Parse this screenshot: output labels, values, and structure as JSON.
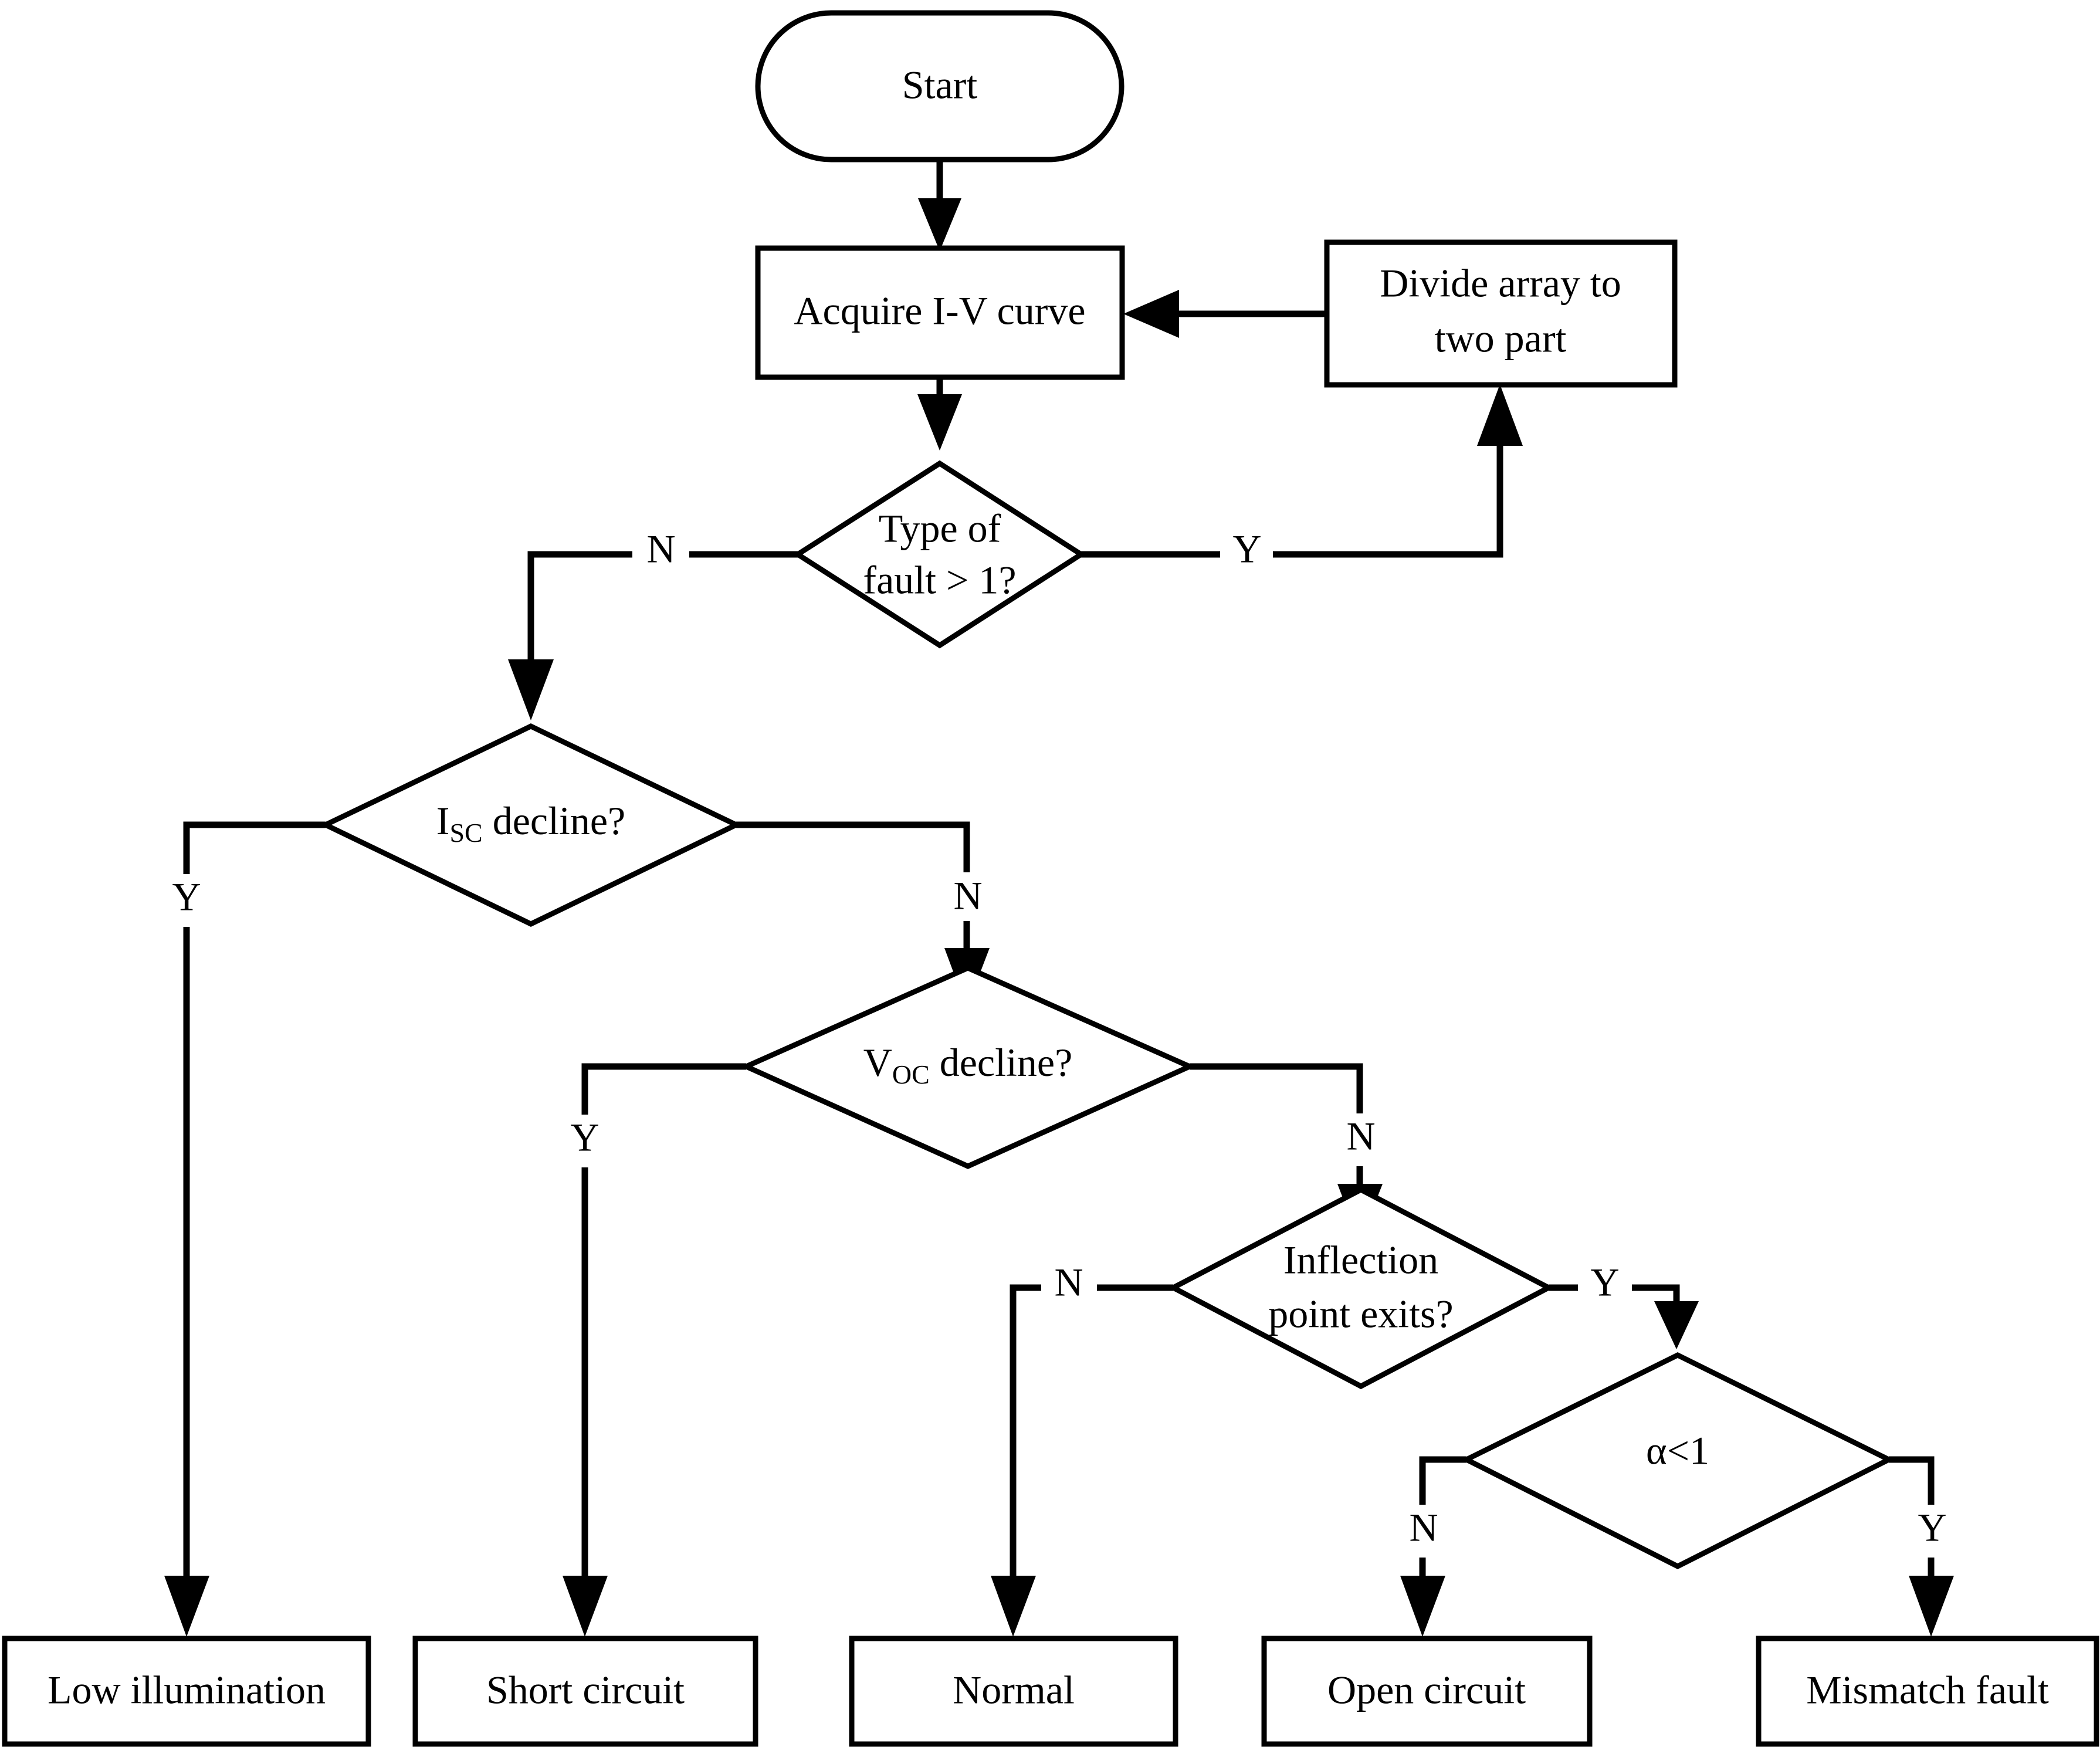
{
  "diagram": {
    "title": "PV array fault diagnosis flowchart",
    "type": "flowchart",
    "nodes": {
      "start": {
        "label": "Start",
        "shape": "stadium"
      },
      "acquire": {
        "label": "Acquire I-V curve",
        "shape": "rectangle"
      },
      "divide": {
        "label_line1": "Divide array to",
        "label_line2": "two part",
        "shape": "rectangle"
      },
      "type_of_fault": {
        "label_line1": "Type of",
        "label_line2": "fault > 1?",
        "shape": "diamond"
      },
      "isc_decline": {
        "label_main": "I",
        "label_sub": "SC",
        "label_tail": " decline?",
        "shape": "diamond"
      },
      "voc_decline": {
        "label_main": "V",
        "label_sub": "OC",
        "label_tail": " decline?",
        "shape": "diamond"
      },
      "inflection": {
        "label_line1": "Inflection",
        "label_line2": "point exits?",
        "shape": "diamond"
      },
      "alpha": {
        "label": "α<1",
        "shape": "diamond"
      },
      "low_illumination": {
        "label": "Low illumination",
        "shape": "rectangle"
      },
      "short_circuit": {
        "label": "Short circuit",
        "shape": "rectangle"
      },
      "normal": {
        "label": "Normal",
        "shape": "rectangle"
      },
      "open_circuit": {
        "label": "Open circuit",
        "shape": "rectangle"
      },
      "mismatch_fault": {
        "label": "Mismatch fault",
        "shape": "rectangle"
      }
    },
    "branch_labels": {
      "type_of_fault_no": "N",
      "type_of_fault_yes": "Y",
      "isc_yes": "Y",
      "isc_no": "N",
      "voc_yes": "Y",
      "voc_no": "N",
      "inflection_no": "N",
      "inflection_yes": "Y",
      "alpha_no": "N",
      "alpha_yes": "Y"
    },
    "edges": [
      {
        "from": "start",
        "to": "acquire",
        "label": ""
      },
      {
        "from": "acquire",
        "to": "type_of_fault",
        "label": ""
      },
      {
        "from": "type_of_fault",
        "to": "divide",
        "label": "Y"
      },
      {
        "from": "divide",
        "to": "acquire",
        "label": ""
      },
      {
        "from": "type_of_fault",
        "to": "isc_decline",
        "label": "N"
      },
      {
        "from": "isc_decline",
        "to": "low_illumination",
        "label": "Y"
      },
      {
        "from": "isc_decline",
        "to": "voc_decline",
        "label": "N"
      },
      {
        "from": "voc_decline",
        "to": "short_circuit",
        "label": "Y"
      },
      {
        "from": "voc_decline",
        "to": "inflection",
        "label": "N"
      },
      {
        "from": "inflection",
        "to": "normal",
        "label": "N"
      },
      {
        "from": "inflection",
        "to": "alpha",
        "label": "Y"
      },
      {
        "from": "alpha",
        "to": "open_circuit",
        "label": "N"
      },
      {
        "from": "alpha",
        "to": "mismatch_fault",
        "label": "Y"
      }
    ],
    "colors": {
      "stroke": "#000000",
      "fill": "#ffffff",
      "text": "#000000"
    }
  }
}
